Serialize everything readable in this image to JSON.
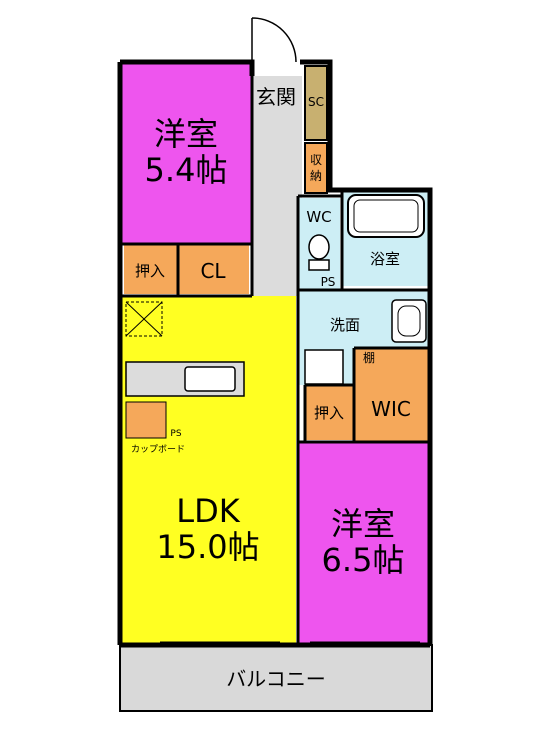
{
  "rooms": {
    "western_room_1": {
      "name": "洋室",
      "size": "5.4帖"
    },
    "western_room_2": {
      "name": "洋室",
      "size": "6.5帖"
    },
    "ldk": {
      "name": "LDK",
      "size": "15.0帖"
    },
    "entrance": "玄関",
    "shoe_closet": "SC",
    "storage": "収納",
    "toilet": "WC",
    "bathroom": "浴室",
    "washroom": "洗面",
    "shelf": "棚",
    "walk_in_closet": "WIC",
    "closet": "CL",
    "oshiire_1": "押入",
    "oshiire_2": "押入",
    "pipe_space_1": "PS",
    "pipe_space_2": "PS",
    "cupboard": "カップボード",
    "balcony": "バルコニー"
  },
  "colors": {
    "western_room": "#ee55ee",
    "ldk": "#ffff22",
    "storage": "#f5a85a",
    "wet_area": "#cdeef5",
    "hall": "#dcdcdc",
    "balcony": "#d9d9d9",
    "shoe_closet": "#c8b070"
  }
}
